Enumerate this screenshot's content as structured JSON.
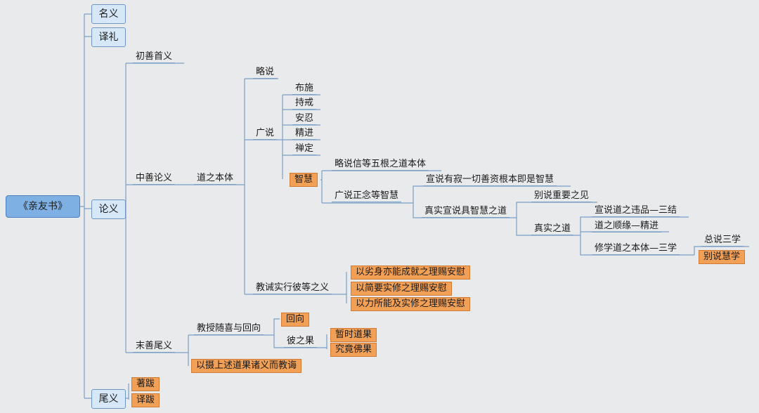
{
  "root": "《亲友书》",
  "level1": {
    "mingyi": "名义",
    "yili": "译礼",
    "lunyi": "论义",
    "weiyi": "尾义"
  },
  "lunyi": {
    "chushan": "初善首义",
    "zhongshan": "中善论义",
    "dao_ben_ti": "道之本体",
    "mo_shan": "末善尾义"
  },
  "dao": {
    "lue_shuo": "略说",
    "guang_shuo": "广说",
    "jiaojie": "教诫实行彼等之义"
  },
  "paramitas": [
    "布施",
    "持戒",
    "安忍",
    "精进",
    "禅定",
    "智慧"
  ],
  "zhihui": {
    "lue": "略说信等五根之道本体",
    "guang": "广说正念等智慧"
  },
  "guang_zhinian": {
    "xuan_shuo": "宣说有寂一切善资根本即是智慧",
    "zhenshi_xuan": "真实宣说具智慧之道"
  },
  "zhenshi_xuan_children": {
    "bie_shuo": "别说重要之见",
    "zhenshi_dao": "真实之道"
  },
  "zhenshi_dao_children": {
    "weipin": "宣说道之违品—三结",
    "shunyuan": "道之顺缘—精进",
    "xiuxue": "修学道之本体—三学"
  },
  "sanxue": {
    "zong": "总说三学",
    "bie": "别说慧学"
  },
  "jiaojie_children": [
    "以劣身亦能成就之理赐安慰",
    "以简要实修之理赐安慰",
    "以力所能及实修之理赐安慰"
  ],
  "moshan_children": {
    "jiaoshou": "教授随喜与回向",
    "yishe": "以摄上述道果诸义而教诲"
  },
  "jiaoshou_children": {
    "huixiang": "回向",
    "bizhiguo": "彼之果"
  },
  "bizhiguo_children": {
    "zanshi": "暂时道果",
    "jiujing": "究竟佛果"
  },
  "weiyi_children": {
    "zhuba": "著跋",
    "yiba": "译跋"
  }
}
